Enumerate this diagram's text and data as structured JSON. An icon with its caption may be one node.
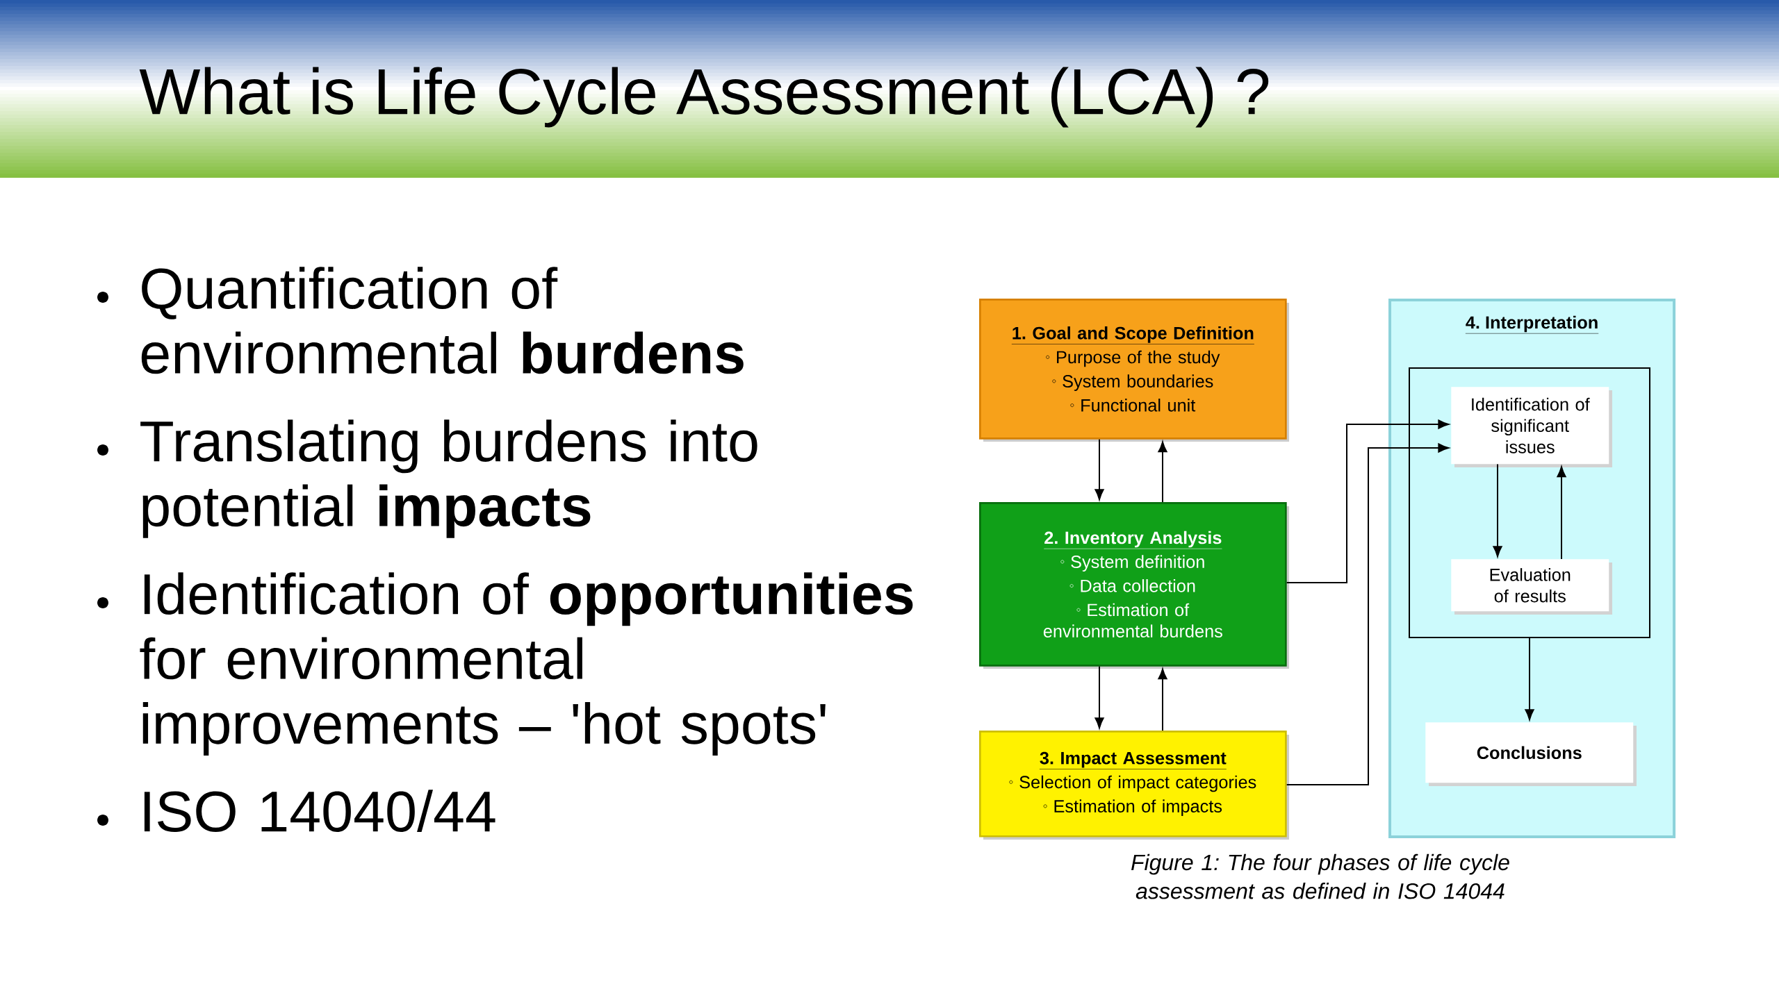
{
  "diagram": {
    "title": "What is Life Cycle Assessment (LCA) ?",
    "caption": "Figure 1: The four phases of life cycle assessment as defined in ISO 14044",
    "nodes": [
      {
        "text": [
          "1. Goal and Scope Definition",
          "Purpose of the study",
          "System boundaries",
          "Functional unit"
        ]
      },
      {
        "text": [
          "2. Inventory Analysis",
          "System definition",
          "Data collection",
          "Estimation of environmental burdens"
        ]
      },
      {
        "text": [
          "3. Impact Assessment",
          "Selection of impact categories",
          "Estimation of impacts"
        ]
      },
      {
        "text": [
          "4. Interpretation"
        ]
      },
      {
        "text": [],
        "shape": "box",
        "in": 3
      },
      {
        "text": [
          "Identification of significant issues"
        ],
        "in": 4
      },
      {
        "text": [
          "Evaluation of results"
        ],
        "in": 4
      },
      {
        "text": [
          "Conclusions"
        ],
        "in": 3
      }
    ],
    "edges": [
      {
        "from": 0,
        "to": 1,
        "arrow": "to"
      },
      {
        "from": 1,
        "to": 0,
        "arrow": "to"
      },
      {
        "from": 1,
        "to": 2,
        "arrow": "to"
      },
      {
        "from": 2,
        "to": 1,
        "arrow": "to"
      },
      {
        "from": 1,
        "to": 5,
        "arrow": "to"
      },
      {
        "from": 2,
        "to": 5,
        "arrow": "to"
      },
      {
        "from": 5,
        "to": 6,
        "arrow": "to"
      },
      {
        "from": 6,
        "to": 5,
        "arrow": "to"
      },
      {
        "from": 4,
        "to": 7,
        "arrow": "to"
      }
    ],
    "labels": [
      "Quantification of environmental **burdens**",
      "Translating burdens into potential **impacts**",
      "Identification of **opportunities** for environmental improvements – 'hot spots'",
      "ISO 14040/44"
    ]
  }
}
